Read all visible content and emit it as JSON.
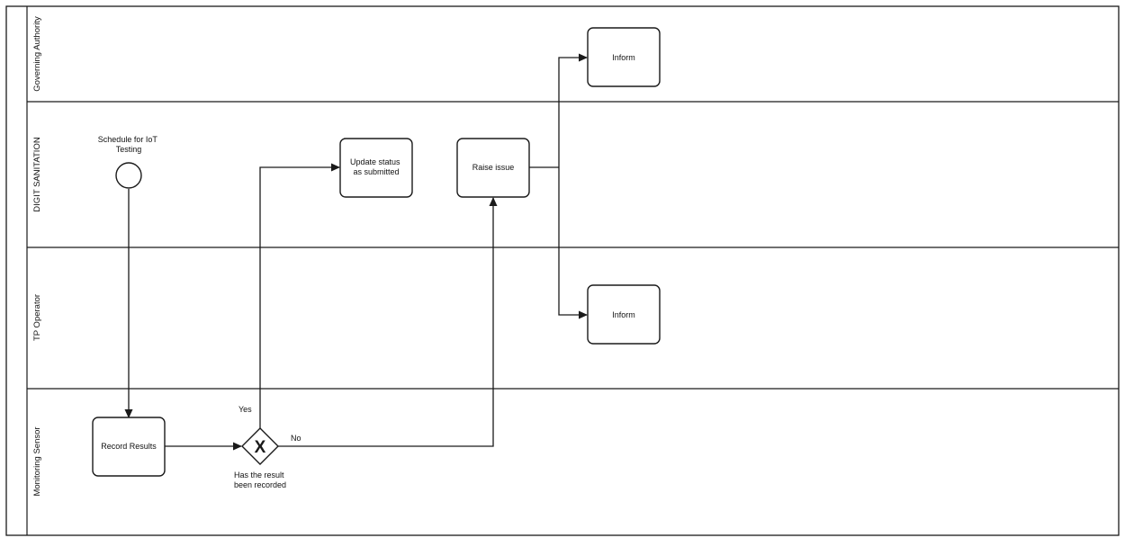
{
  "lanes": [
    {
      "label": "Governing Authority"
    },
    {
      "label": "DIGIT SANITATION"
    },
    {
      "label": "TP Operator"
    },
    {
      "label": "Monitoring Sensor"
    }
  ],
  "start_event": {
    "label": "Schedule for IoT Testing",
    "label_lines": [
      "Schedule for IoT",
      "Testing"
    ]
  },
  "tasks": {
    "inform_authority": {
      "lines": [
        "Inform"
      ]
    },
    "update_status": {
      "lines": [
        "Update status",
        "as submitted"
      ]
    },
    "raise_issue": {
      "lines": [
        "Raise issue"
      ]
    },
    "inform_operator": {
      "lines": [
        "Inform"
      ]
    },
    "record_results": {
      "lines": [
        "Record Results"
      ]
    }
  },
  "gateway": {
    "type": "exclusive",
    "symbol": "X",
    "label_lines": [
      "Has the result",
      "been recorded"
    ]
  },
  "flow_labels": {
    "yes": "Yes",
    "no": "No"
  },
  "colors": {
    "stroke": "#1a1a1a",
    "background": "#ffffff"
  }
}
